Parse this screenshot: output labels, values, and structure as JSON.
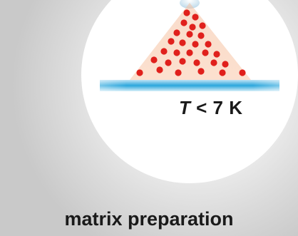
{
  "temperature_label": {
    "variable": "T",
    "relation": "< 7 K"
  },
  "caption": "matrix preparation",
  "colors": {
    "spray_particles": "#e0201c",
    "spray_cone": "#f6b58a",
    "substrate": "#2aa6dc",
    "text": "#1a1a1a"
  }
}
